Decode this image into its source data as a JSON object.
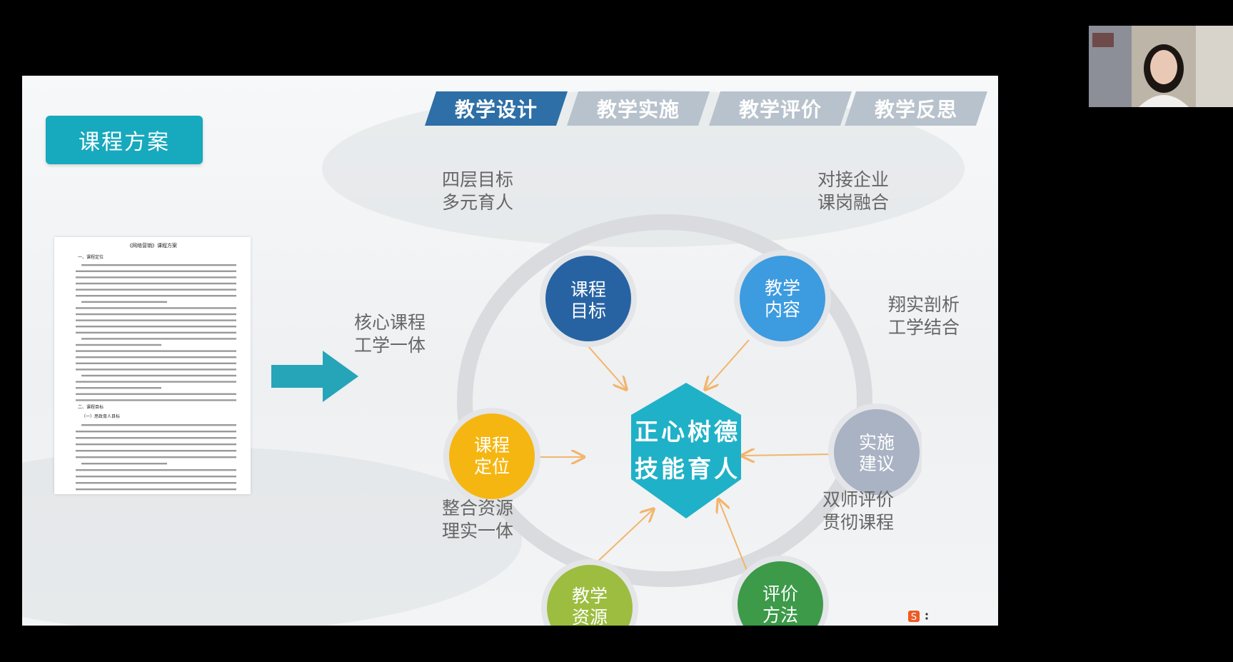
{
  "tabs": [
    {
      "label": "教学设计",
      "active": true
    },
    {
      "label": "教学实施",
      "active": false
    },
    {
      "label": "教学评价",
      "active": false
    },
    {
      "label": "教学反思",
      "active": false
    }
  ],
  "course_title": "课程方案",
  "doc": {
    "title": "《网络营销》课程方案",
    "heading_1": "一、课程定位",
    "heading_2": "二、课程目标",
    "heading_3": "（一）思政育人目标"
  },
  "center": {
    "line1": "正心树德",
    "line2": "技能育人"
  },
  "nodes": {
    "goal": {
      "line1": "课程",
      "line2": "目标",
      "color": "#2763a3"
    },
    "content": {
      "line1": "教学",
      "line2": "内容",
      "color": "#3d9be0"
    },
    "implement": {
      "line1": "实施",
      "line2": "建议",
      "color": "#aab3c4"
    },
    "evaluate": {
      "line1": "评价",
      "line2": "方法",
      "color": "#3c9a49"
    },
    "resource": {
      "line1": "教学",
      "line2": "资源",
      "color": "#9cbd3f"
    },
    "position": {
      "line1": "课程",
      "line2": "定位",
      "color": "#f5b611"
    }
  },
  "side_labels": {
    "goal": [
      "四层目标",
      "多元育人"
    ],
    "content": [
      "对接企业",
      "课岗融合"
    ],
    "implement": [
      "翔实剖析",
      "工学结合"
    ],
    "evaluate": [
      "双师评价",
      "贯彻课程"
    ],
    "resource": [
      "整合资源",
      "理实一体"
    ],
    "position": [
      "核心课程",
      "工学一体"
    ]
  },
  "colors": {
    "hexagon": "#1fb1c7",
    "arrow_big": "#26a5b9",
    "arrow_small": "#f2b56b",
    "ring": "#d9dbde"
  },
  "icons": {
    "bottom_logo": "sogou-s-icon",
    "more": "more-vertical-icon"
  }
}
